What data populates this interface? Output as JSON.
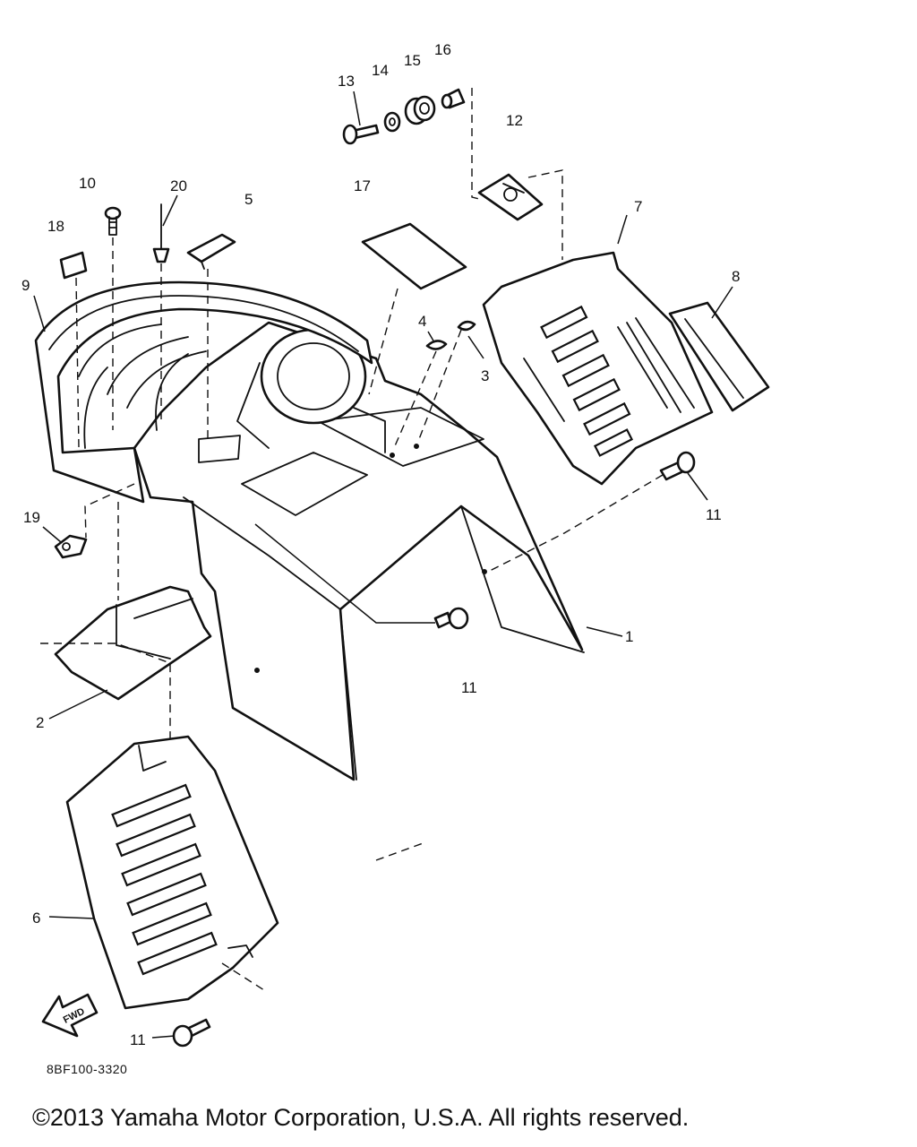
{
  "callouts": {
    "c1": "1",
    "c2": "2",
    "c3": "3",
    "c4": "4",
    "c5": "5",
    "c6": "6",
    "c7": "7",
    "c8": "8",
    "c9": "9",
    "c10": "10",
    "c11_a": "11",
    "c11_b": "11",
    "c11_c": "11",
    "c12": "12",
    "c13": "13",
    "c14": "14",
    "c15": "15",
    "c16": "16",
    "c17": "17",
    "c18": "18",
    "c19": "19",
    "c20": "20"
  },
  "fwd_arrow": {
    "label": "FWD",
    "icon": "fwd-arrow-icon"
  },
  "drawing_code": "8BF100-3320",
  "copyright": "©2013 Yamaha Motor Corporation, U.S.A. All rights reserved.",
  "colors": {
    "ink": "#111111",
    "paper": "#ffffff"
  }
}
